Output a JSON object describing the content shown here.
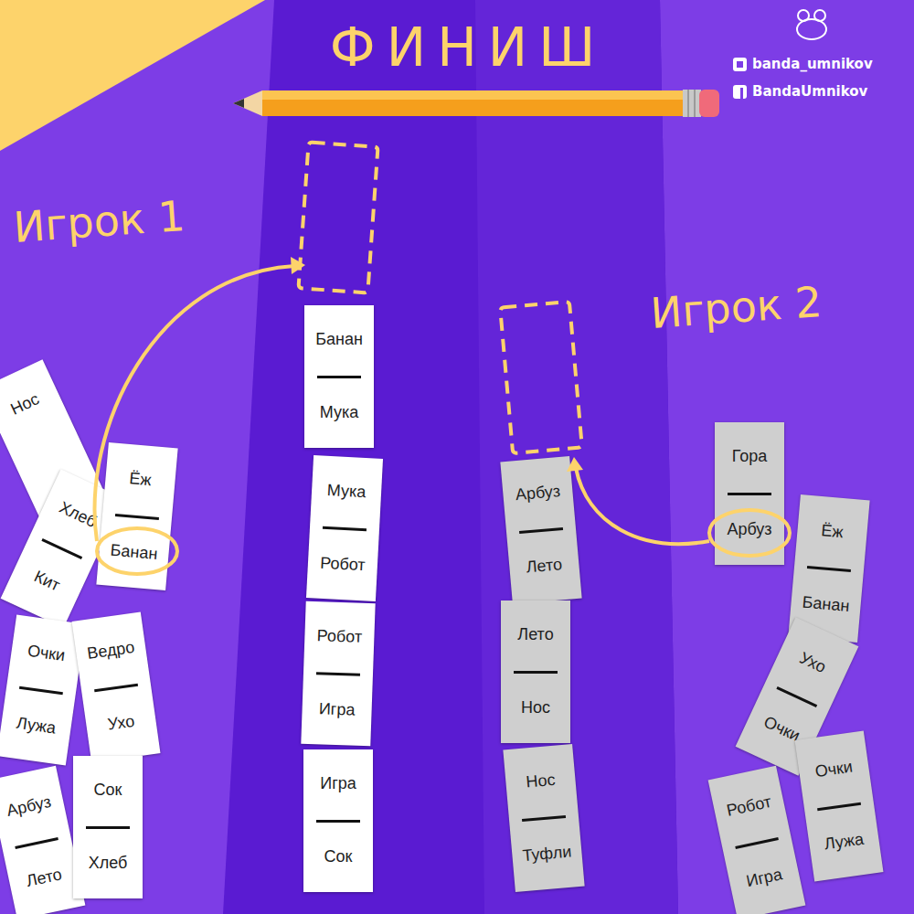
{
  "diagram": {
    "title": "ФИНИШ",
    "nodes": [
      {
        "text": [
          "Банан",
          "Мука"
        ]
      },
      {
        "text": [
          "Мука",
          "Робот"
        ]
      },
      {
        "text": [
          "Робот",
          "Игра"
        ]
      },
      {
        "text": [
          "Игра",
          "Сок"
        ]
      },
      {
        "text": [
          "Нос"
        ]
      },
      {
        "text": [
          "Хлеб",
          "Кит"
        ]
      },
      {
        "text": [
          "Ёж",
          "Банан"
        ]
      },
      {
        "text": [
          "Очки",
          "Лужа"
        ]
      },
      {
        "text": [
          "Ведро",
          "Ухо"
        ]
      },
      {
        "text": [
          "Арбуз",
          "Лето"
        ]
      },
      {
        "text": [
          "Сок",
          "Хлеб"
        ]
      },
      {
        "text": [
          "Арбуз",
          "Лето"
        ]
      },
      {
        "text": [
          "Лето",
          "Нос"
        ]
      },
      {
        "text": [
          "Нос",
          "Туфли"
        ]
      },
      {
        "text": [
          "Гора",
          "Арбуз"
        ]
      },
      {
        "text": [
          "Ёж",
          "Банан"
        ]
      },
      {
        "text": [
          "Ухо",
          "Очки"
        ]
      },
      {
        "text": [
          "Очки",
          "Лужа"
        ]
      },
      {
        "text": [
          "Робот",
          "Игра"
        ]
      }
    ],
    "labels": [
      "Игрок 1",
      "Игрок 2",
      "banda_umnikov",
      "BandaUmnikov"
    ]
  }
}
